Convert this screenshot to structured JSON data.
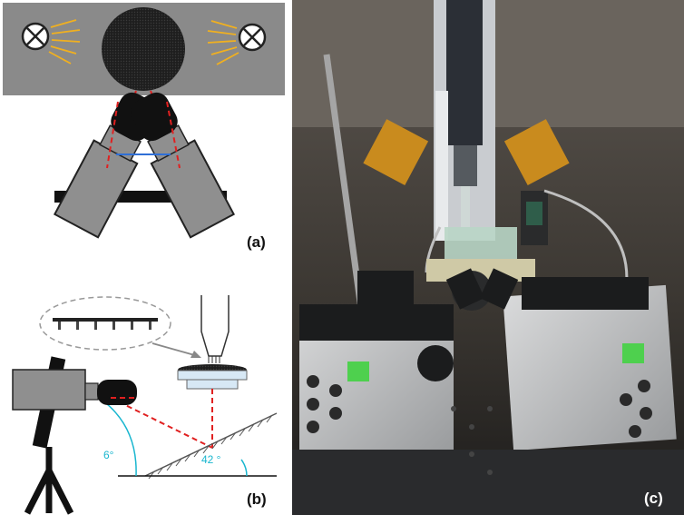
{
  "panels": {
    "a": {
      "label": "(a)"
    },
    "b": {
      "label": "(b)",
      "angle_lamp": "6°",
      "angle_mirror": "42 °"
    },
    "c": {
      "label": "(c)"
    }
  },
  "colors": {
    "laser": "#e02020",
    "angle": "#19b6cf",
    "light_ray": "#f0b020",
    "backdrop": "#8a8a8a",
    "camera_body": "#8f8f8f",
    "lens": "#111111",
    "baseline_link": "#2f6fd6"
  },
  "icons": [
    "lamp-left-icon",
    "lamp-right-icon",
    "specimen-disc-icon",
    "camera-icon",
    "tripod-icon",
    "mirror-icon",
    "nozzle-icon"
  ]
}
